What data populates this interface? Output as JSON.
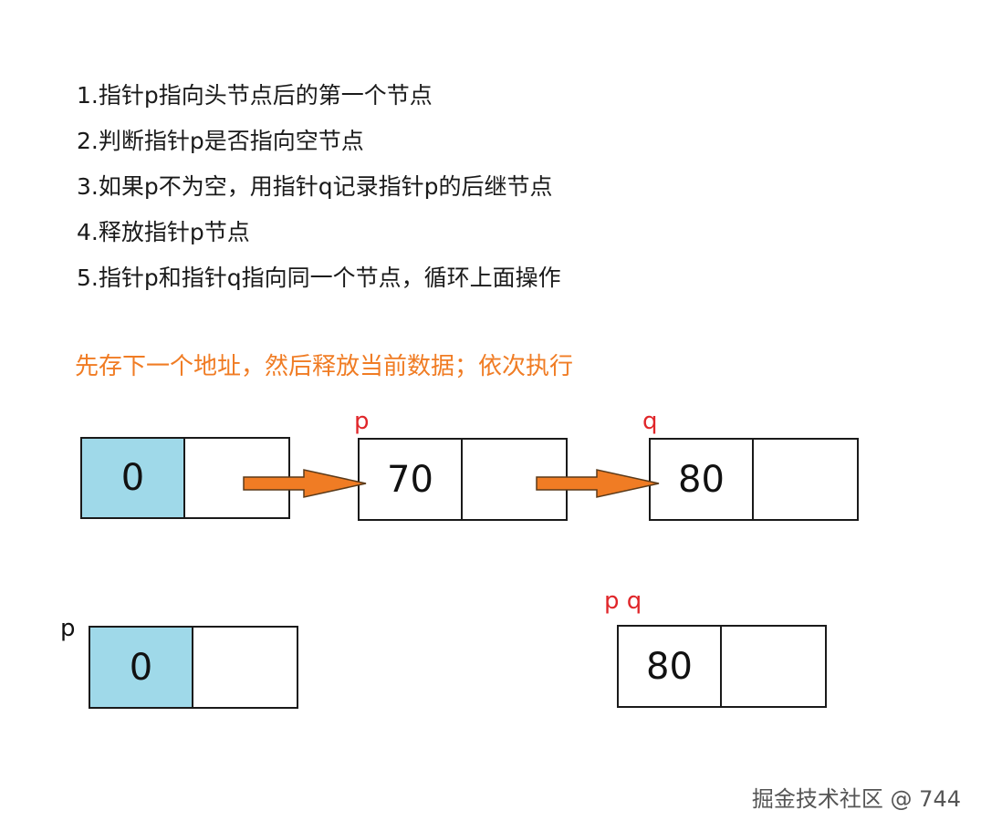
{
  "steps": [
    "1.指针p指向头节点后的第一个节点",
    "2.判断指针p是否指向空节点",
    "3.如果p不为空，用指针q记录指针p的后继节点",
    "4.释放指针p节点",
    "5.指针p和指针q指向同一个节点，循环上面操作"
  ],
  "note": "先存下一个地址，然后释放当前数据；依次执行",
  "top_row": {
    "head_value": "0",
    "node1_value": "70",
    "node2_value": "80",
    "label_p": "p",
    "label_q": "q"
  },
  "bottom_row": {
    "head_value": "0",
    "node_value": "80",
    "label_p": "p",
    "label_pq": "p q"
  },
  "colors": {
    "head_fill": "#9fd9e9",
    "arrow_fill": "#f07c24",
    "note_text": "#f07c24",
    "pointer_label": "#e0262a"
  },
  "icons": {
    "arrow": "right-arrow-icon"
  },
  "watermark": "掘金技术社区 @ 744"
}
